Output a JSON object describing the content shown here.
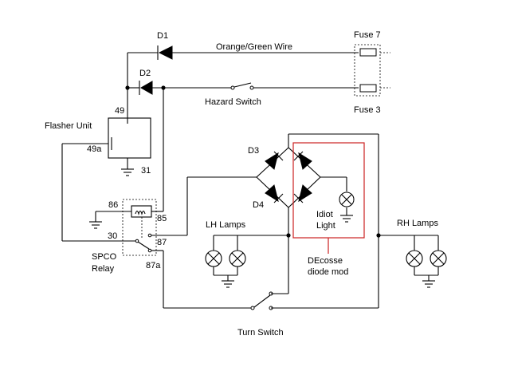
{
  "labels": {
    "d1": "D1",
    "d2": "D2",
    "d3": "D3",
    "d4": "D4",
    "orange_green_wire": "Orange/Green Wire",
    "fuse7": "Fuse 7",
    "fuse3": "Fuse 3",
    "hazard_switch": "Hazard Switch",
    "flasher_unit": "Flasher Unit",
    "pin49": "49",
    "pin49a": "49a",
    "pin31": "31",
    "pin86": "86",
    "pin85": "85",
    "pin30": "30",
    "pin87": "87",
    "pin87a": "87a",
    "spco": "SPCO",
    "relay": "Relay",
    "lh_lamps": "LH Lamps",
    "rh_lamps": "RH Lamps",
    "idiot": "Idiot",
    "light": "Light",
    "decosse": "DEcosse",
    "diode_mod": "diode mod",
    "turn_switch": "Turn Switch"
  },
  "colors": {
    "wire": "#000000",
    "mod_box": "#cc2222",
    "background": "#ffffff"
  }
}
